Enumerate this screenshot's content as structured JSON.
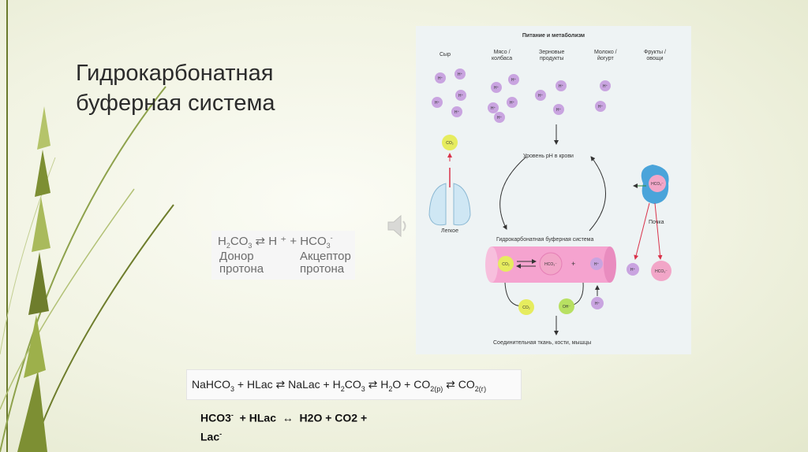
{
  "slide": {
    "title_line1": "Гидрокарбонатная",
    "title_line2": "буферная система"
  },
  "buffer_equation": {
    "eq_main": "H",
    "eq_sub1": "2",
    "eq_mid": "CO",
    "eq_sub2": "3",
    "eq_rest": " ⇄ H ⁺ + HCO",
    "eq_sub3": "3",
    "eq_sup3": "-",
    "donor_l1": "Донор",
    "donor_l2": "протона",
    "acceptor_l1": "Акцептор",
    "acceptor_l2": "протона"
  },
  "diagram": {
    "header": "Питание и метаболизм",
    "foods": [
      "Сыр",
      "Мясо /\nколбаса",
      "Зерновые\nпродукты",
      "Молоко /\nйогурт",
      "Фрукты /\nовощи"
    ],
    "blood_ph": "Уровень рН в крови",
    "lung": "Легкое",
    "kidney": "Почка",
    "buffer_system": "Гидрокарбонатная буферная система",
    "connective": "Соединительная ткань, кости, мышцы",
    "h_ion": "H⁺",
    "co2": "CO₂",
    "hco3": "HCO₃⁻",
    "oh": "OH⁻",
    "plus": "+"
  },
  "formula_line": {
    "text_a": "NaHCO",
    "s1": "3",
    "text_b": " + HLac ⇄ NaLac + H",
    "s2": "2",
    "text_c": "CO",
    "s3": "3",
    "text_d": " ⇄ H",
    "s4": "2",
    "text_e": "O + CO",
    "s5": "2(р)",
    "text_f": " ⇄ CO",
    "s6": "2(г)"
  },
  "reaction": {
    "line1_a": "HCO3",
    "line1_sup": "-",
    "line1_b": "  + HLac  ↔  H2O + CO2 +",
    "line2_a": "Lac",
    "line2_sup": "-"
  },
  "colors": {
    "accent_green": "#6e7d2c",
    "h_ion": "#c9a4e0",
    "co2": "#e6ec5e",
    "hco3": "#f2a6c8",
    "oh": "#b8e062",
    "vessel": "#f5a3cf"
  }
}
